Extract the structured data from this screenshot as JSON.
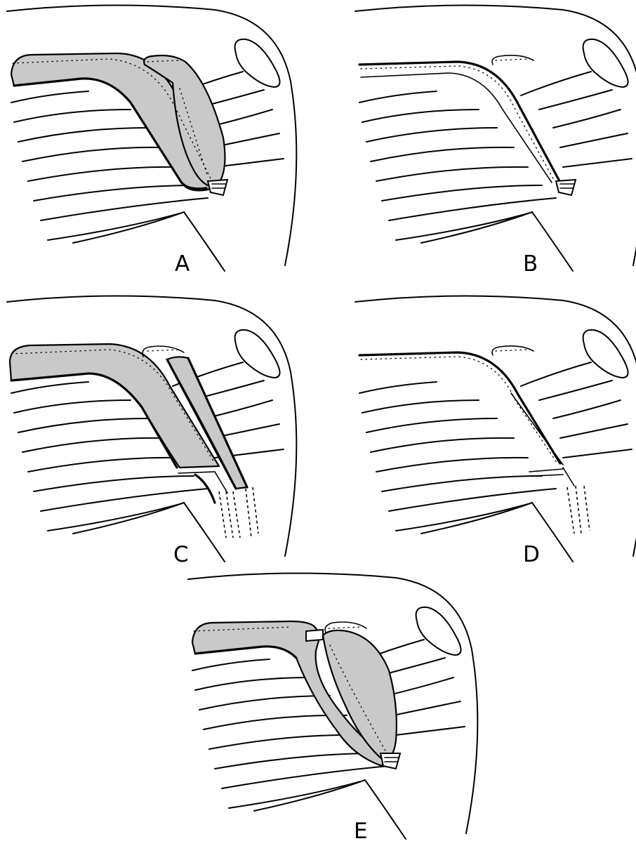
{
  "figure": {
    "panels": [
      {
        "label": "A",
        "variant": "a"
      },
      {
        "label": "B",
        "variant": "b"
      },
      {
        "label": "C",
        "variant": "c"
      },
      {
        "label": "D",
        "variant": "d"
      },
      {
        "label": "E",
        "variant": "e"
      }
    ]
  }
}
